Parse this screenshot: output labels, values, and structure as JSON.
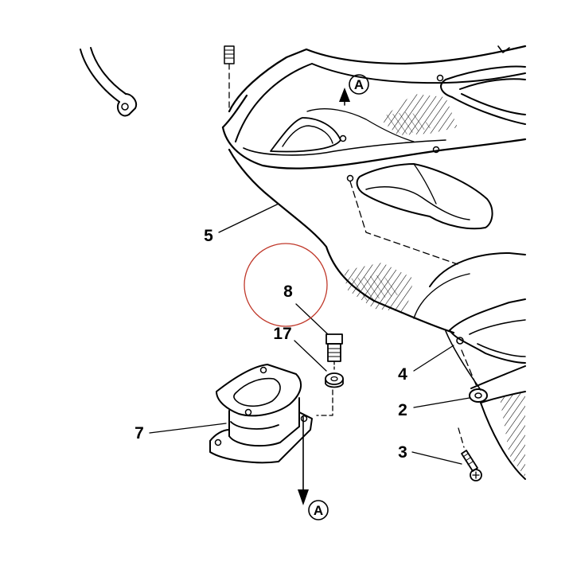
{
  "figure": {
    "callouts": [
      {
        "id": "5",
        "text": "5"
      },
      {
        "id": "8",
        "text": "8"
      },
      {
        "id": "17",
        "text": "17"
      },
      {
        "id": "4",
        "text": "4"
      },
      {
        "id": "2",
        "text": "2"
      },
      {
        "id": "7",
        "text": "7"
      },
      {
        "id": "3",
        "text": "3"
      }
    ],
    "reference_markers": [
      {
        "id": "A-top",
        "text": "A"
      },
      {
        "id": "A-bottom",
        "text": "A"
      }
    ],
    "highlight_color": "#c0392b"
  }
}
